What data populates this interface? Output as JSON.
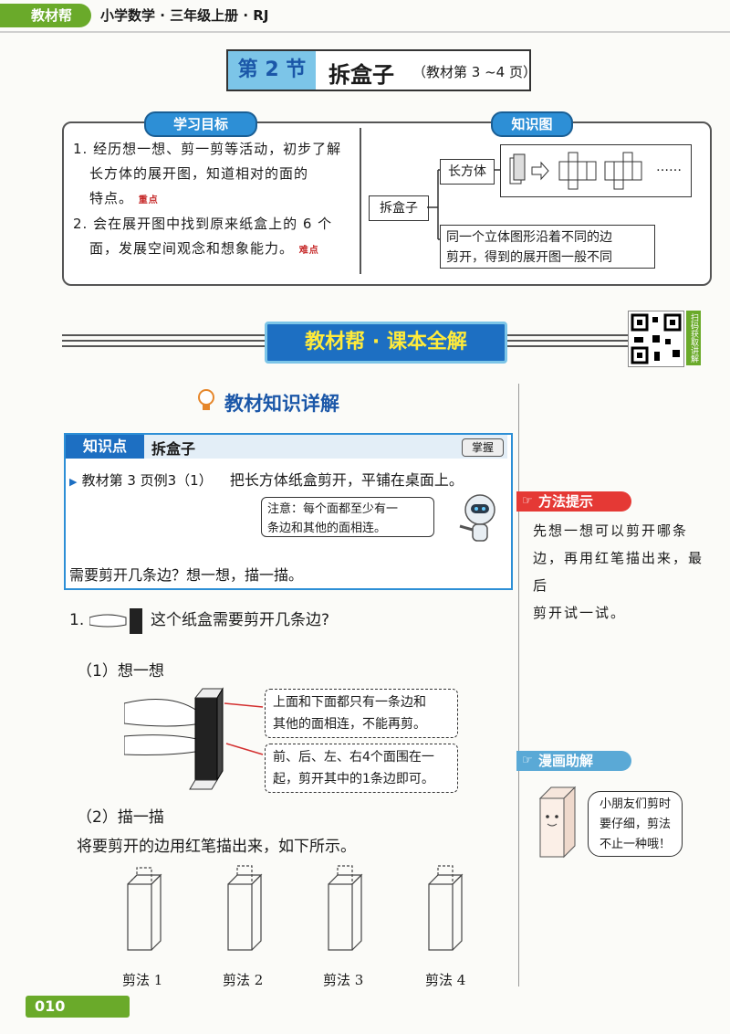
{
  "header": {
    "tag": "教材帮",
    "text": "小学数学 · 三年级上册 · RJ"
  },
  "section": {
    "num": "第 2 节",
    "title": "拆盒子",
    "sub": "（教材第 3 ~4 页）"
  },
  "goals": {
    "label": "学习目标",
    "items": [
      {
        "line1": "1. 经历想一想、剪一剪等活动，初步了解",
        "line2": "长方体的展开图，知道相对的面的",
        "line3": "特点。",
        "icon": "重点"
      },
      {
        "line1": "2. 会在展开图中找到原来纸盒上的 6 个",
        "line2": "面，发展空间观念和想象能力。",
        "icon": "难点"
      }
    ]
  },
  "knowledge_map": {
    "label": "知识图",
    "root": "拆盒子",
    "branch1": "长方体",
    "ellipsis": "……",
    "branch2_line1": "同一个立体图形沿着不同的边",
    "branch2_line2": "剪开，得到的展开图一般不同"
  },
  "banner": {
    "title": "教材帮 · 课本全解",
    "qr_side": "扫码获取讲解"
  },
  "subtitle": "教材知识详解",
  "kp": {
    "tag": "知识点",
    "title": "拆盒子",
    "badge": "掌握",
    "example": "教材第 3 页例3（1）",
    "task": "把长方体纸盒剪开，平铺在桌面上。",
    "note_line1": "注意：每个面都至少有一",
    "note_line2": "条边和其他的面相连。",
    "question": "需要剪开几条边？想一想，描一描。"
  },
  "tips": {
    "method_label": "方法提示",
    "method_lines": [
      "先想一想可以剪开哪条",
      "边，再用红笔描出来，最后",
      "剪开试一试。"
    ],
    "manga_label": "漫画助解",
    "manga_lines": [
      "小朋友们剪时",
      "要仔细，剪法",
      "不止一种哦！"
    ]
  },
  "main": {
    "q1_num": "1.",
    "q1": "这个纸盒需要剪开几条边?",
    "step1": "（1）想一想",
    "callout1_line1": "上面和下面都只有一条边和",
    "callout1_line2": "其他的面相连，不能再剪。",
    "callout2_line1": "前、后、左、右4个面围在一",
    "callout2_line2": "起，剪开其中的1条边即可。",
    "step2": "（2）描一描",
    "step2_text": "将要剪开的边用红笔描出来，如下所示。",
    "captions": [
      "剪法 1",
      "剪法 2",
      "剪法 3",
      "剪法 4"
    ]
  },
  "footer": {
    "page": "010"
  }
}
